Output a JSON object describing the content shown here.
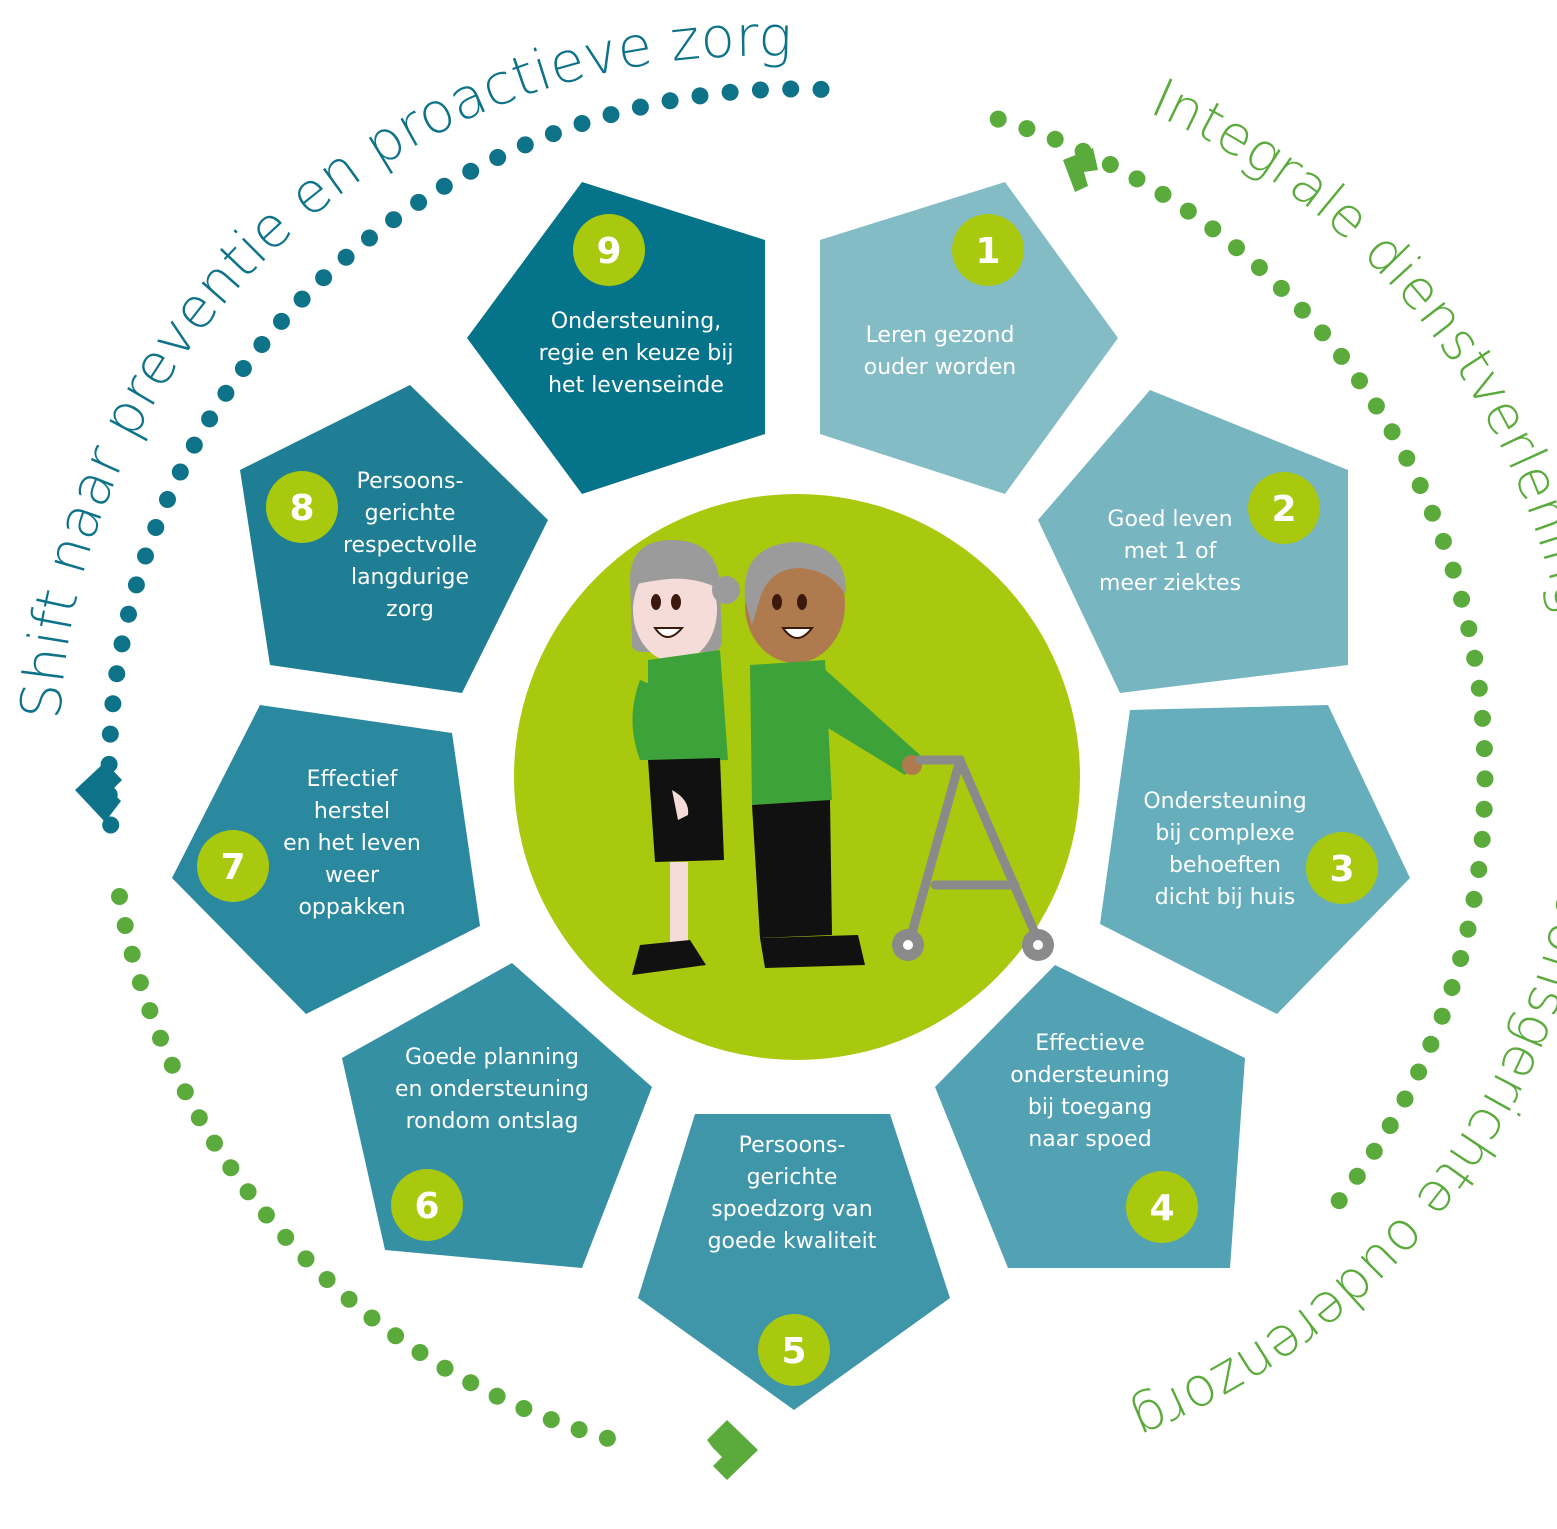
{
  "colors": {
    "teal_arc": "#0e7389",
    "green_arc": "#5aaa3c",
    "badge": "#a8c90e",
    "center": "#a8c90e",
    "seg1": "#84bcc6",
    "seg2": "#77b5c0",
    "seg3": "#66aebb",
    "seg4": "#53a2b3",
    "seg5": "#3f96a9",
    "seg6": "#3690a4",
    "seg7": "#2a889f",
    "seg8": "#1f7e93",
    "seg9": "#05738a"
  },
  "arcs": {
    "teal_title": "Shift naar preventie en proactieve zorg",
    "green_title": "Integrale dienstverlening voor persoonsgerichte ouderenzorg"
  },
  "segments": [
    {
      "number": "1",
      "lines": [
        "Leren gezond",
        "ouder worden"
      ]
    },
    {
      "number": "2",
      "lines": [
        "Goed leven",
        "met 1 of",
        "meer ziektes"
      ]
    },
    {
      "number": "3",
      "lines": [
        "Ondersteuning",
        "bij complexe",
        "behoeften",
        "dicht bij huis"
      ]
    },
    {
      "number": "4",
      "lines": [
        "Effectieve",
        "ondersteuning",
        "bij toegang",
        "naar spoed"
      ]
    },
    {
      "number": "5",
      "lines": [
        "Persoons-",
        "gerichte",
        "spoedzorg van",
        "goede kwaliteit"
      ]
    },
    {
      "number": "6",
      "lines": [
        "Goede planning",
        "en ondersteuning",
        "rondom ontslag"
      ]
    },
    {
      "number": "7",
      "lines": [
        "Effectief",
        "herstel",
        "en het leven",
        "weer",
        "oppakken"
      ]
    },
    {
      "number": "8",
      "lines": [
        "Persoons-",
        "gerichte",
        "respectvolle",
        "langdurige",
        "zorg"
      ]
    },
    {
      "number": "9",
      "lines": [
        "Ondersteuning,",
        "regie en keuze bij",
        "het levenseinde"
      ]
    }
  ]
}
